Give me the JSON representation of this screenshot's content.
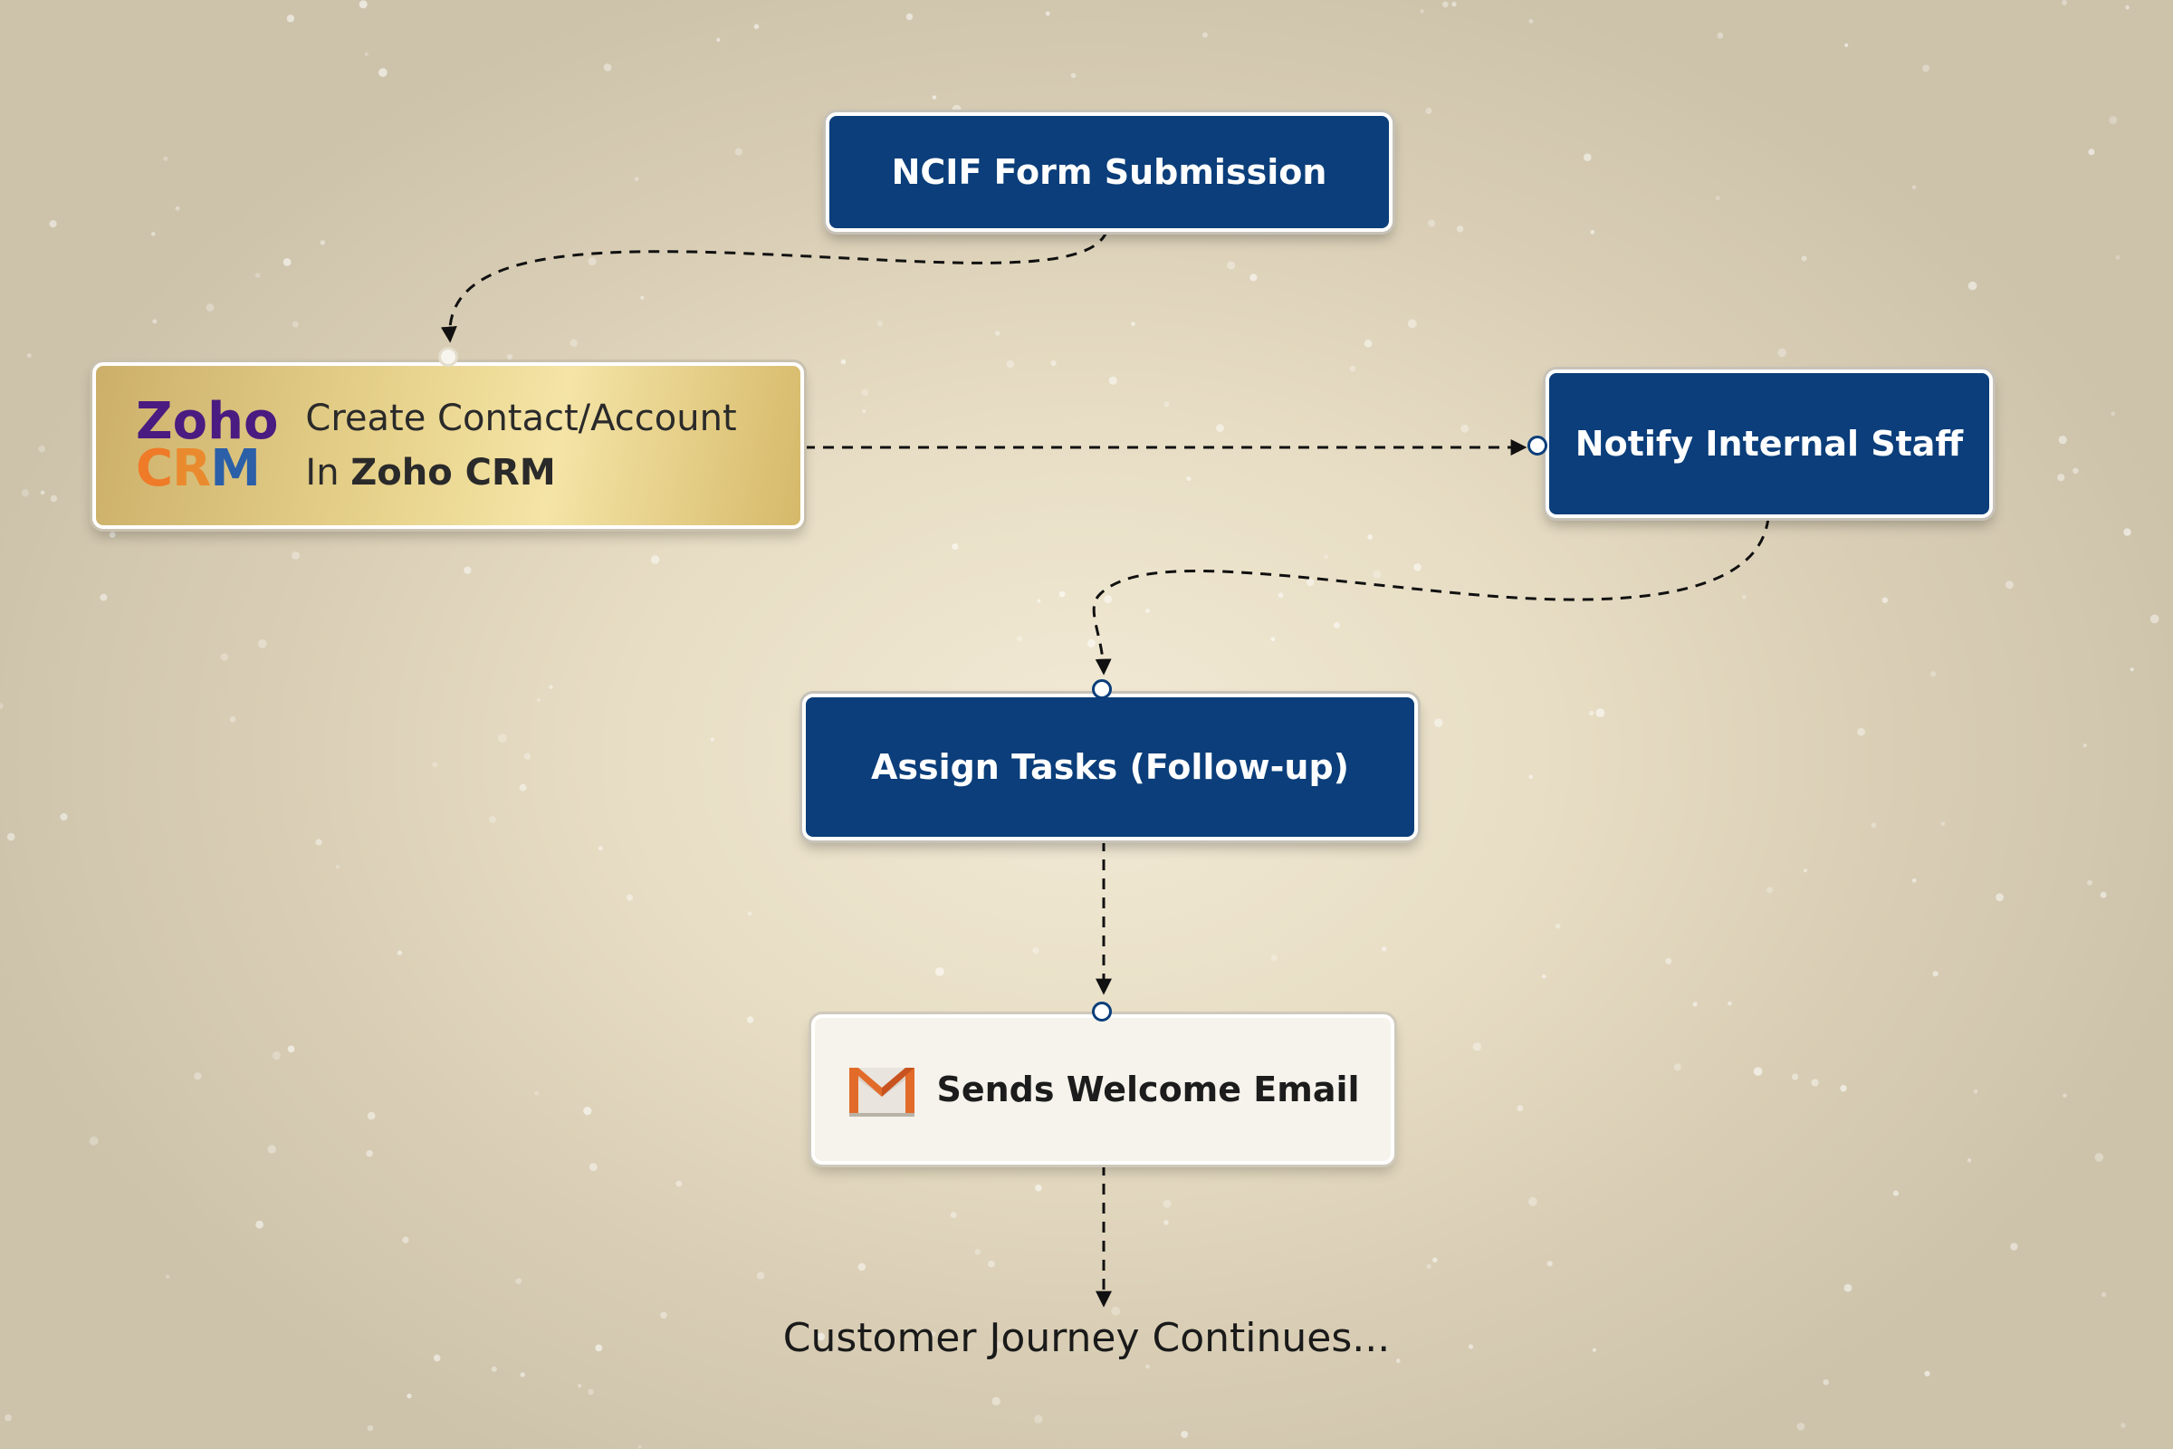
{
  "nodes": {
    "form_submission": {
      "label": "NCIF Form Submission"
    },
    "crm": {
      "logo_top": "Zoho",
      "logo_bottom_c": "C",
      "logo_bottom_r": "R",
      "logo_bottom_m": "M",
      "line1": "Create Contact/Account",
      "line2_prefix": "In ",
      "line2_bold": "Zoho CRM"
    },
    "notify": {
      "label": "Notify Internal Staff"
    },
    "assign": {
      "label": "Assign Tasks (Follow-up)"
    },
    "email": {
      "label": "Sends Welcome Email",
      "icon": "gmail-icon"
    }
  },
  "footer": {
    "label": "Customer Journey Continues..."
  },
  "colors": {
    "node_blue": "#0b3e7a",
    "crm_purple": "#4a1b80",
    "crm_orange": "#ef7a27",
    "crm_blue": "#2b5fa8"
  }
}
